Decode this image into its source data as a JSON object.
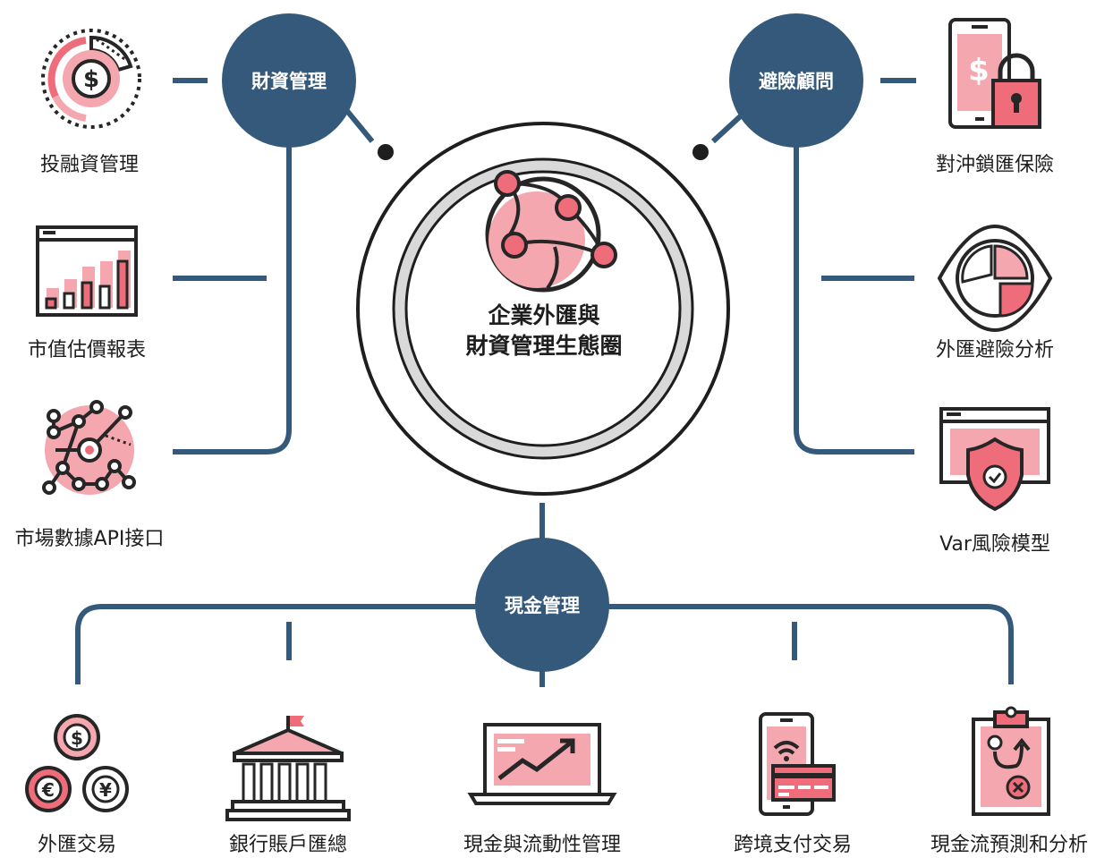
{
  "center": {
    "title_line1": "企業外匯與",
    "title_line2": "財資管理生態圈"
  },
  "hubs": {
    "treasury": "財資管理",
    "hedging": "避險顧問",
    "cash": "現金管理"
  },
  "left_items": [
    {
      "label": "投融資管理",
      "icon": "dollar-target-icon"
    },
    {
      "label": "市值估價報表",
      "icon": "bar-chart-window-icon"
    },
    {
      "label": "市場數據API接口",
      "icon": "network-nodes-icon"
    }
  ],
  "right_items": [
    {
      "label": "對沖鎖匯保險",
      "icon": "phone-lock-icon"
    },
    {
      "label": "外匯避險分析",
      "icon": "eye-pie-icon"
    },
    {
      "label": "Var風險模型",
      "icon": "browser-shield-icon"
    }
  ],
  "bottom_items": [
    {
      "label": "外匯交易",
      "icon": "currency-coins-icon"
    },
    {
      "label": "銀行賬戶匯總",
      "icon": "bank-icon"
    },
    {
      "label": "現金與流動性管理",
      "icon": "laptop-chart-icon"
    },
    {
      "label": "跨境支付交易",
      "icon": "phone-card-icon"
    },
    {
      "label": "現金流預測和分析",
      "icon": "clipboard-strategy-icon"
    }
  ],
  "colors": {
    "navy": "#35597a",
    "pink": "#f4a7ae",
    "red": "#ef6d7b",
    "dark": "#262626",
    "grey": "#d9d9d9"
  }
}
